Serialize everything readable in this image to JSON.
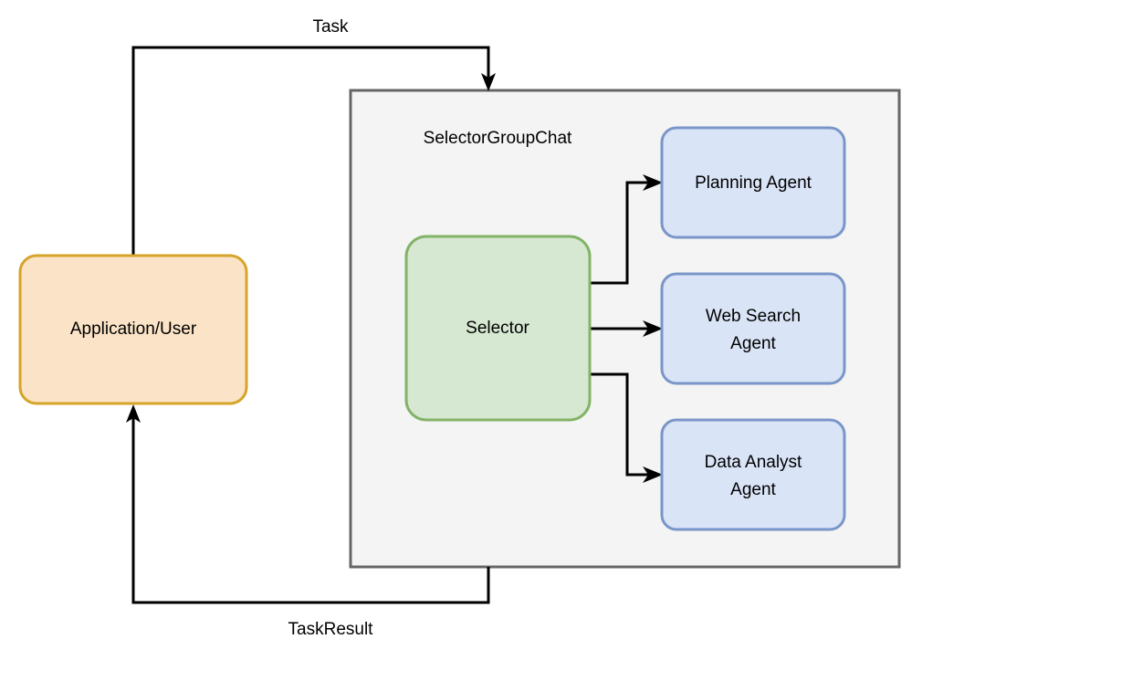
{
  "diagram": {
    "title_text": "SelectorGroupChat",
    "container": {
      "label": "SelectorGroupChat",
      "fill": "#f4f4f4",
      "stroke": "#666666"
    },
    "nodes": [
      {
        "id": "application-user",
        "label": "Application/User",
        "fill": "#fbe3c7",
        "stroke": "#d6a429",
        "shape": "rounded-rect"
      },
      {
        "id": "selector",
        "label": "Selector",
        "fill": "#d6e8d2",
        "stroke": "#82b366",
        "shape": "rounded-rect"
      },
      {
        "id": "planning-agent",
        "label": "Planning Agent",
        "fill": "#dae4f7",
        "stroke": "#7a96c8",
        "shape": "rounded-rect"
      },
      {
        "id": "web-search-agent",
        "label_line1": "Web Search",
        "label_line2": "Agent",
        "fill": "#dae4f7",
        "stroke": "#7a96c8",
        "shape": "rounded-rect"
      },
      {
        "id": "data-analyst-agent",
        "label_line1": "Data Analyst",
        "label_line2": "Agent",
        "fill": "#dae4f7",
        "stroke": "#7a96c8",
        "shape": "rounded-rect"
      }
    ],
    "edges": [
      {
        "id": "task-edge",
        "label": "Task",
        "from": "application-user",
        "to": "selector-group-chat",
        "color": "#000000"
      },
      {
        "id": "task-result-edge",
        "label": "TaskResult",
        "from": "selector-group-chat",
        "to": "application-user",
        "color": "#000000"
      },
      {
        "id": "selector-to-planning-edge",
        "label": "",
        "from": "selector",
        "to": "planning-agent",
        "color": "#000000"
      },
      {
        "id": "selector-to-web-search-edge",
        "label": "",
        "from": "selector",
        "to": "web-search-agent",
        "color": "#000000"
      },
      {
        "id": "selector-to-data-analyst-edge",
        "label": "",
        "from": "selector",
        "to": "data-analyst-agent",
        "color": "#000000"
      }
    ],
    "labels": {
      "task": "Task",
      "task_result": "TaskResult",
      "application_user": "Application/User",
      "selector": "Selector",
      "planning_agent": "Planning Agent",
      "web_search_agent_line1": "Web Search",
      "web_search_agent_line2": "Agent",
      "data_analyst_agent_line1": "Data Analyst",
      "data_analyst_agent_line2": "Agent",
      "selector_group_chat": "SelectorGroupChat"
    },
    "colors": {
      "background": "#ffffff",
      "orange_fill": "#fbe3c7",
      "orange_stroke": "#d6a429",
      "green_fill": "#d6e8d2",
      "green_stroke": "#82b366",
      "blue_fill": "#dae4f7",
      "blue_stroke": "#7a96c8",
      "group_fill": "#f4f4f4",
      "group_stroke": "#666666",
      "edge": "#000000",
      "text": "#000000"
    }
  }
}
